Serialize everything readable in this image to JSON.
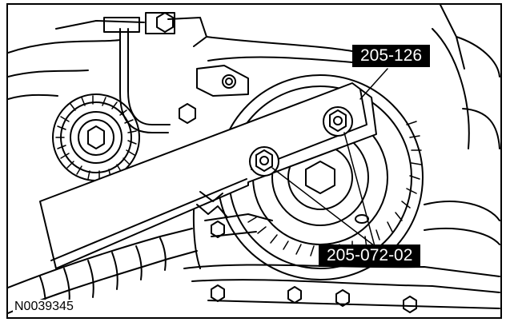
{
  "callouts": {
    "tool_top": "205-126",
    "tool_bottom": "205-072-02"
  },
  "figure_id": "N0039345",
  "colors": {
    "line": "#000000",
    "background": "#ffffff",
    "callout_bg": "#000000",
    "callout_text": "#ffffff"
  }
}
